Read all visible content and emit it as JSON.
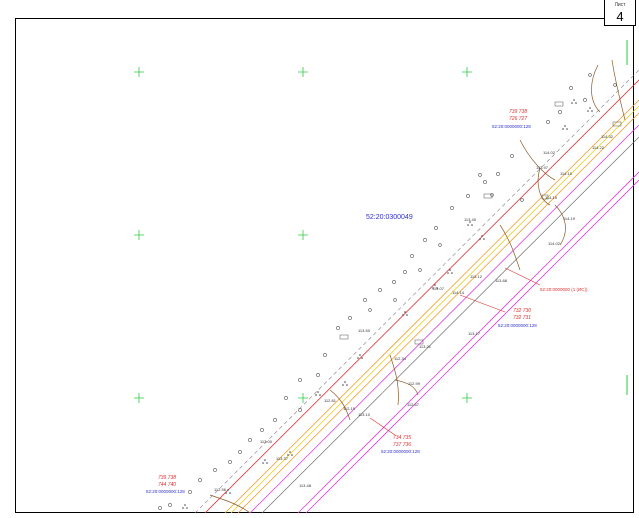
{
  "sheet": {
    "label": "Лист",
    "number": "4"
  },
  "cadastral_block": "52:20:0300049",
  "colors": {
    "frame": "#000000",
    "grid_cross": "#2ecc40",
    "red_line": "#e03030",
    "magenta_line": "#e040e0",
    "orange_line": "#f0a030",
    "yellow_line": "#e8d020",
    "grey_line": "#808080",
    "blue_text": "#3030d0",
    "red_text": "#e03030",
    "brown_line": "#8b5a2b"
  },
  "parcel_labels": [
    {
      "red_top": "739 738",
      "red_bottom": "726 727",
      "blue": "52:20:0000000:128"
    },
    {
      "red_top": "",
      "red_bottom": "",
      "blue": "52:20:0000000 (1 (ИС))"
    },
    {
      "red_top": "732 730",
      "red_bottom": "732 731",
      "blue": "52:20:0000000:128"
    },
    {
      "red_top": "734 735",
      "red_bottom": "737 736",
      "blue": "52:20:0000000:128"
    },
    {
      "red_top": "739 738",
      "red_bottom": "744 740",
      "blue": "52:20:0000000:128"
    }
  ],
  "elevations": [
    "114.02",
    "113.97",
    "114.10",
    "114.22",
    "114.32",
    "114.15",
    "114.19",
    "114.02",
    "113.45",
    "113.12",
    "113.07",
    "113.88",
    "114.14",
    "113.17",
    "113.50",
    "113.21",
    "112.34",
    "112.99",
    "112.67",
    "112.81",
    "112.19",
    "113.10",
    "113.00",
    "113.37",
    "113.48",
    "112.56"
  ]
}
